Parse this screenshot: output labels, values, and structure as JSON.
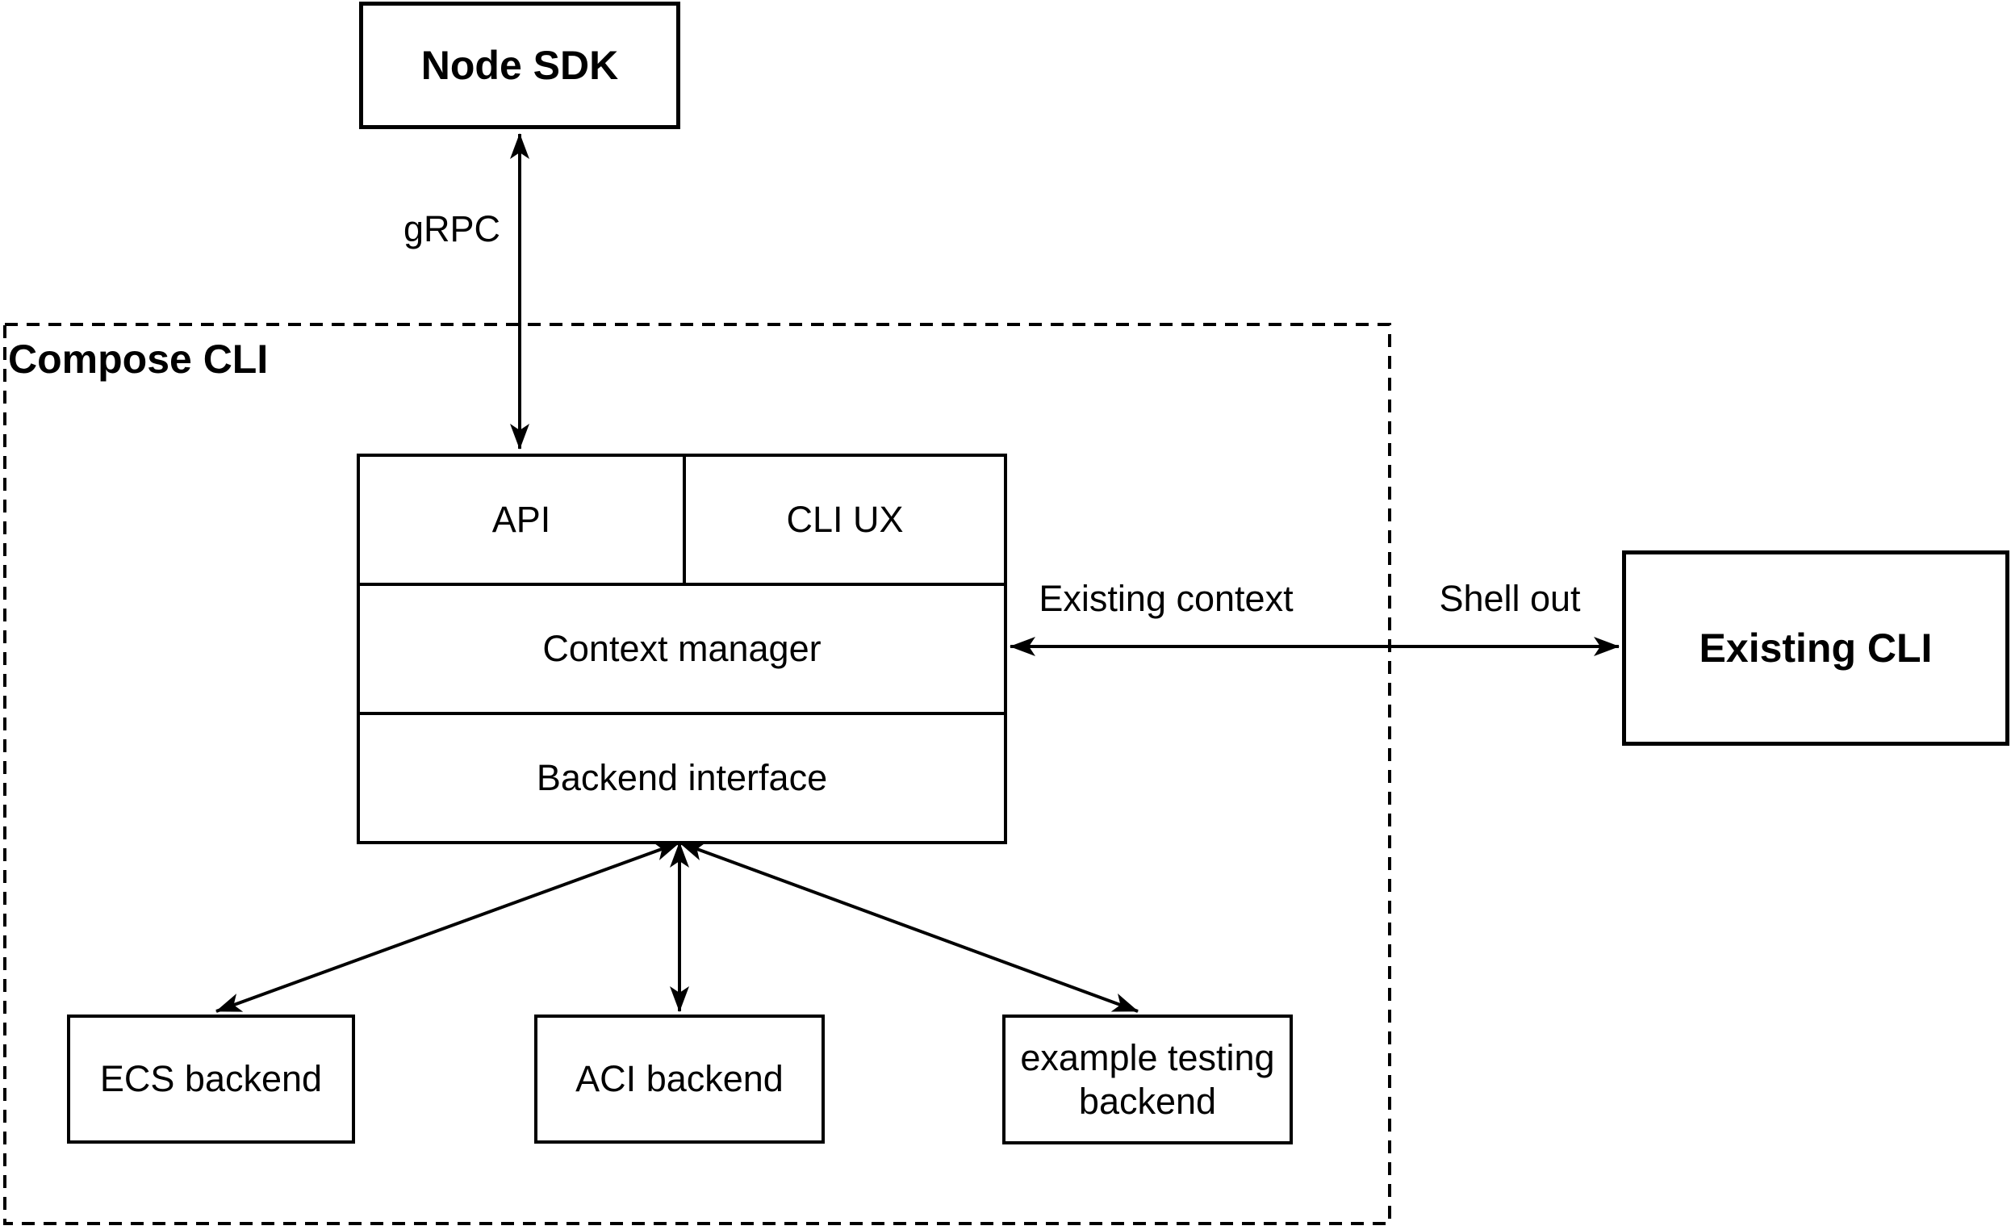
{
  "colors": {
    "background": "#ffffff",
    "stroke": "#000000",
    "text": "#000000"
  },
  "container": {
    "label": "Compose CLI"
  },
  "nodes": {
    "node_sdk": "Node SDK",
    "api": "API",
    "cli_ux": "CLI UX",
    "context_manager": "Context manager",
    "backend_interface": "Backend interface",
    "existing_cli": "Existing CLI",
    "ecs_backend": "ECS backend",
    "aci_backend": "ACI backend",
    "example_testing_backend": "example testing backend"
  },
  "edge_labels": {
    "grpc": "gRPC",
    "existing_context": "Existing context",
    "shell_out": "Shell out"
  }
}
